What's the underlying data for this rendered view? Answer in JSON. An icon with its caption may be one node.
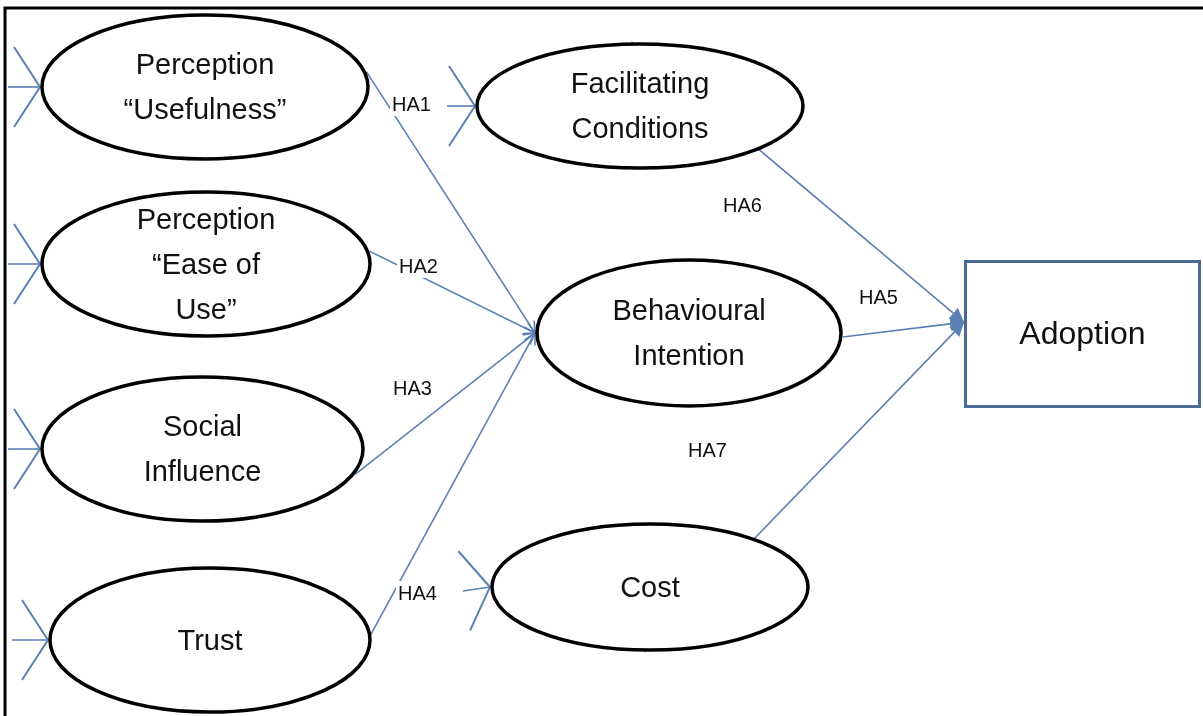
{
  "diagram": {
    "nodes": [
      {
        "text": [
          "Perception “Usefulness”"
        ]
      },
      {
        "text": [
          "Perception “Ease of Use”"
        ]
      },
      {
        "text": [
          "Social Influence"
        ]
      },
      {
        "text": [
          "Trust"
        ]
      },
      {
        "text": [
          "Facilitating Conditions"
        ]
      },
      {
        "text": [
          "Behavioural Intention"
        ]
      },
      {
        "text": [
          "Cost"
        ]
      },
      {
        "text": [
          "Adoption"
        ]
      }
    ],
    "edges": [
      {
        "from": null,
        "to": 0,
        "arrow": "to"
      },
      {
        "from": null,
        "to": 1,
        "arrow": "to"
      },
      {
        "from": null,
        "to": 2,
        "arrow": "to"
      },
      {
        "from": null,
        "to": 3,
        "arrow": "to"
      },
      {
        "from": null,
        "to": 4,
        "arrow": "to",
        "label": "HA1"
      },
      {
        "from": 0,
        "to": 5,
        "arrow": "to"
      },
      {
        "from": 1,
        "to": 5,
        "arrow": "to",
        "label": "HA2"
      },
      {
        "from": 2,
        "to": 5,
        "arrow": "to",
        "label": "HA3"
      },
      {
        "from": 3,
        "to": 5,
        "arrow": "to"
      },
      {
        "from": null,
        "to": 6,
        "arrow": "to",
        "label": "HA4"
      },
      {
        "from": 4,
        "to": 7,
        "arrow": "to",
        "label": "HA6"
      },
      {
        "from": 5,
        "to": 7,
        "arrow": "to",
        "label": "HA5"
      },
      {
        "from": 6,
        "to": 7,
        "arrow": "to",
        "label": "HA7"
      }
    ]
  }
}
